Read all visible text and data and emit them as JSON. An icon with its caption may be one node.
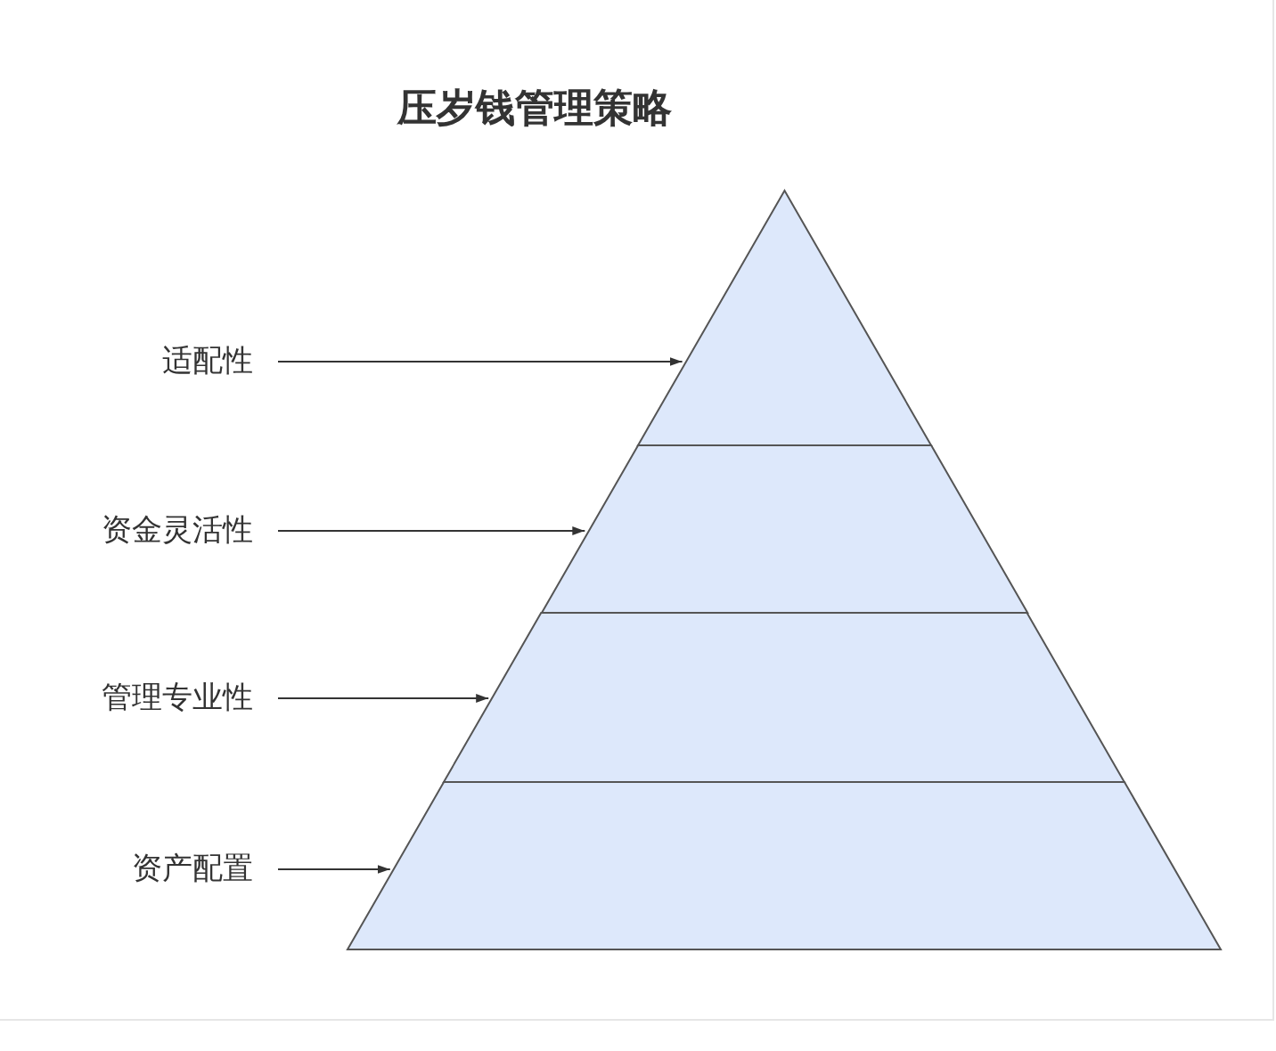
{
  "diagram": {
    "title": "压岁钱管理策略",
    "nodes": [
      {
        "text": [
          "适配性"
        ]
      },
      {
        "text": [
          "资金灵活性"
        ]
      },
      {
        "text": [
          "管理专业性"
        ]
      },
      {
        "text": [
          "资产配置"
        ]
      },
      {
        "text": [],
        "shape": "triangle"
      },
      {
        "text": [],
        "shape": "trapezoid"
      },
      {
        "text": [],
        "shape": "trapezoid"
      },
      {
        "text": [],
        "shape": "trapezoid"
      }
    ],
    "edges": [
      {
        "from": 0,
        "to": 4,
        "arrow": "to"
      },
      {
        "from": 1,
        "to": 5,
        "arrow": "to"
      },
      {
        "from": 2,
        "to": 6,
        "arrow": "to"
      },
      {
        "from": 3,
        "to": 7,
        "arrow": "to"
      }
    ]
  }
}
